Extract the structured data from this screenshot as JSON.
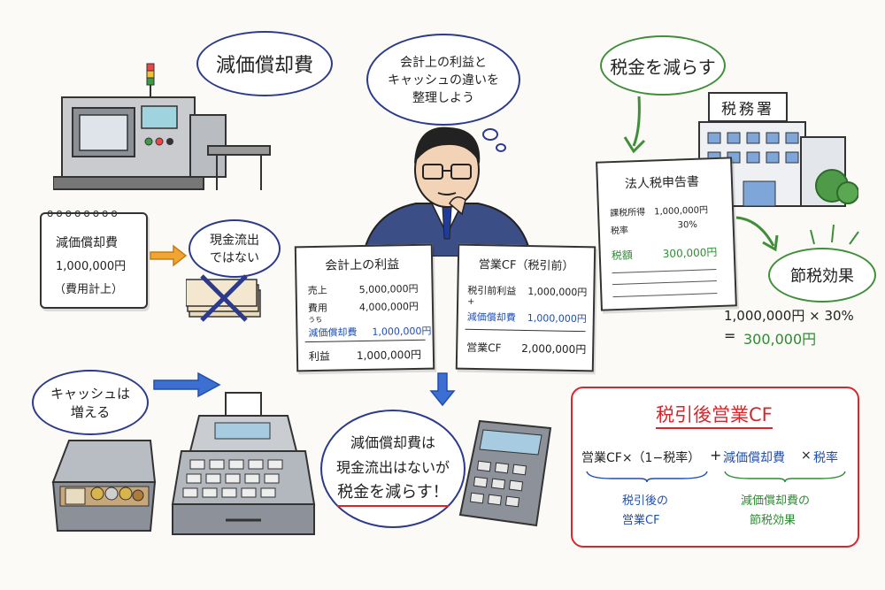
{
  "depreciation_bubble": "減価償却費",
  "thought_bubble": [
    "会計上の利益と",
    "キャッシュの違いを",
    "整理しよう"
  ],
  "tax_bubble": "税金を減らす",
  "tax_office_sign": "税務署",
  "note_card": [
    "減価償却費",
    "1,000,000円",
    "（費用計上）"
  ],
  "cash_outflow_bubble": [
    "現金流出",
    "ではない"
  ],
  "income_sheet": {
    "title": "会計上の利益",
    "rows": [
      {
        "label": "売上",
        "value": "5,000,000円"
      },
      {
        "label": "費用",
        "value": "4,000,000円"
      }
    ],
    "uchi": "うち",
    "dep_label": "減価償却費",
    "dep_value": "1,000,000円",
    "profit_label": "利益",
    "profit_value": "1,000,000円"
  },
  "cf_sheet": {
    "title": "営業CF（税引前）",
    "row1_label": "税引前利益",
    "row1_value": "1,000,000円",
    "plus": "+",
    "row2_label": "減価償却費",
    "row2_value": "1,000,000円",
    "total_label": "営業CF",
    "total_value": "2,000,000円"
  },
  "tax_form": {
    "title": "法人税申告書",
    "income_label": "課税所得",
    "income_value": "1,000,000円",
    "rate_label": "税率",
    "rate_value": "30%",
    "tax_label": "税額",
    "tax_value": "300,000円"
  },
  "tax_effect_bubble": "節税効果",
  "tax_calc": {
    "line1": "1,000,000円 × 30%",
    "equals": "=",
    "result": "300,000円"
  },
  "cash_bubble": [
    "キャッシュは",
    "増える"
  ],
  "center_bubble": {
    "line1": "減価償却費は",
    "line2": "現金流出はないが",
    "line3": "税金を減らす！"
  },
  "formula_box": {
    "title": "税引後営業CF",
    "formula_part1": "営業CF×（1−税率）",
    "plus": "+",
    "formula_part2": "減価償却費",
    "times": "×",
    "formula_part3": "税率",
    "label_left": [
      "税引後の",
      "営業CF"
    ],
    "label_right": [
      "減価償却費の",
      "節税効果"
    ]
  },
  "colors": {
    "blue": "#1f4fb0",
    "green": "#2e8a33",
    "red": "#d7262c",
    "arrow_blue": "#3b6fd1",
    "arrow_orange": "#f2a535"
  }
}
